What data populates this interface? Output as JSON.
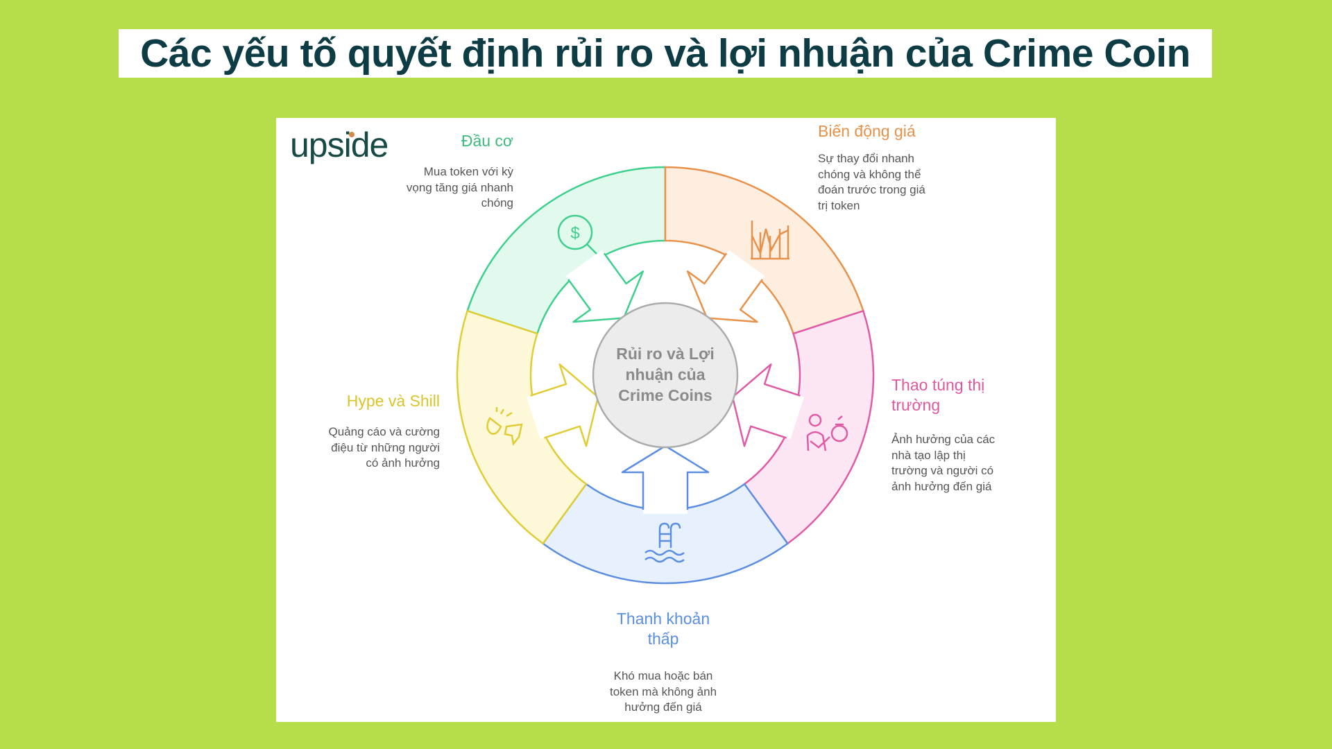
{
  "title": "Các yếu tố quyết định rủi ro và lợi nhuận của Crime Coin",
  "logo": "upside",
  "center": {
    "lines": [
      "Rủi ro và Lợi",
      "nhuận của",
      "Crime Coins"
    ]
  },
  "segments": [
    {
      "id": "dau-co",
      "title": [
        "Đầu cơ"
      ],
      "desc": [
        "Mua token với kỳ",
        "vọng tăng giá nhanh",
        "chóng"
      ],
      "icon": "dollar-search-icon",
      "stroke": "#3fcf8c",
      "fill": "#e2faee",
      "label_color": "#3dbb7e"
    },
    {
      "id": "bien-dong-gia",
      "title": [
        "Biến động giá"
      ],
      "desc": [
        "Sự thay đổi nhanh",
        "chóng và không thể",
        "đoán trước trong giá",
        "trị token"
      ],
      "icon": "volatile-chart-icon",
      "stroke": "#e8914a",
      "fill": "#fdeedf",
      "label_color": "#e8914a"
    },
    {
      "id": "thao-tung",
      "title": [
        "Thao túng thị",
        "trường"
      ],
      "desc": [
        "Ảnh hưởng của các",
        "nhà tạo lập thị",
        "trường và người có",
        "ảnh hưởng đến giá"
      ],
      "icon": "person-moneybag-icon",
      "stroke": "#e05aa6",
      "fill": "#fde6f3",
      "label_color": "#e0579e"
    },
    {
      "id": "thanh-khoan",
      "title": [
        "Thanh khoản",
        "thấp"
      ],
      "desc": [
        "Khó mua hoặc bán",
        "token mà không ảnh",
        "hưởng đến giá"
      ],
      "icon": "pool-ladder-icon",
      "stroke": "#5b8de0",
      "fill": "#e7f0fd",
      "label_color": "#5a8ee0"
    },
    {
      "id": "hype-shill",
      "title": [
        "Hype và Shill"
      ],
      "desc": [
        "Quảng cáo và cường",
        "điệu từ những người",
        "có ảnh hưởng"
      ],
      "icon": "megaphone-icon",
      "stroke": "#e0cc35",
      "fill": "#fdf8d8",
      "label_color": "#d9c42c"
    }
  ]
}
